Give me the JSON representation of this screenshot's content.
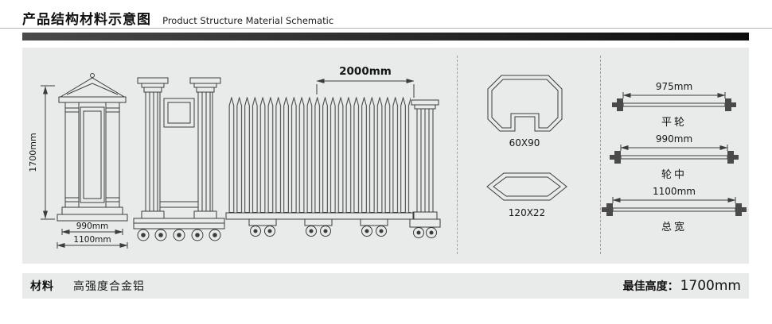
{
  "colors": {
    "accent_bar_start": "#4a4a4a",
    "accent_bar_end": "#0d0d0d",
    "panel_bg": "#e8ebea",
    "line": "#3c3c3c"
  },
  "header": {
    "title": "产品结构材料示意图",
    "subtitle": "Product Structure Material Schematic"
  },
  "gate_diagram": {
    "height_dim": "1700mm",
    "span_dim": "2000mm",
    "post_width_dim": "990mm",
    "base_width_dim": "1100mm"
  },
  "cross_sections": [
    {
      "label": "60X90"
    },
    {
      "label": "120X22"
    }
  ],
  "wheel_specs": [
    {
      "dim": "975mm",
      "label": "平轮"
    },
    {
      "dim": "990mm",
      "label": "轮中"
    },
    {
      "dim": "1100mm",
      "label": "总宽"
    }
  ],
  "footer": {
    "material_label": "材料",
    "material_value": "高强度合金铝",
    "best_height_label": "最佳高度：",
    "best_height_value": "1700mm"
  }
}
